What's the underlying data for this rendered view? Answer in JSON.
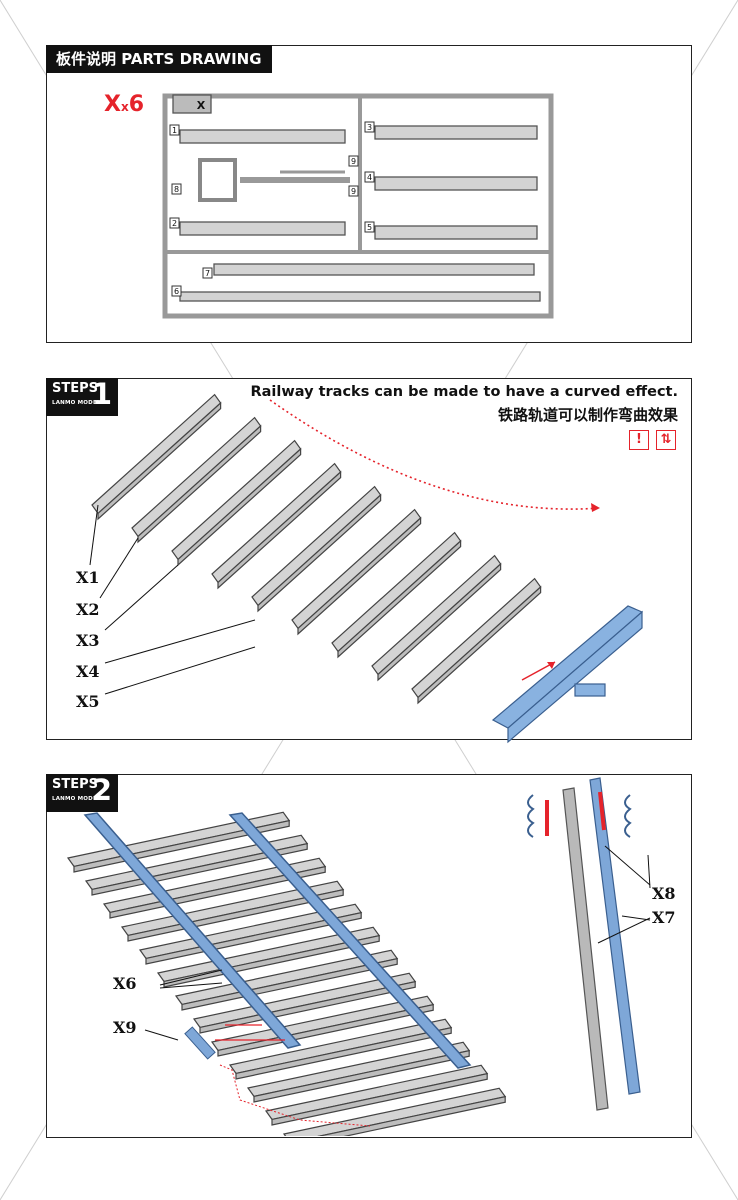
{
  "header": {
    "title": "板件说明 PARTS DRAWING"
  },
  "sprue": {
    "quantity_mark": "X",
    "quantity_x": "x",
    "quantity_value": "6",
    "tag_x": "X",
    "part_numbers": [
      "1",
      "2",
      "3",
      "4",
      "5",
      "6",
      "7",
      "8",
      "9",
      "9"
    ]
  },
  "step1": {
    "steps_label": "STEPS",
    "brand": "LANMO MODEL",
    "number": "1",
    "note_en": "Railway tracks can be made to have a curved effect.",
    "note_cn": "铁路轨道可以制作弯曲效果",
    "warn_icons": [
      "exclamation-icon",
      "double-arrow-icon"
    ],
    "warn_exclaim": "!",
    "warn_arrows": "⇅",
    "labels": [
      "X1",
      "X2",
      "X3",
      "X4",
      "X5"
    ]
  },
  "step2": {
    "steps_label": "STEPS",
    "brand": "LANMO MODEL",
    "number": "2",
    "labels": {
      "x6": "X6",
      "x9": "X9",
      "x8": "X8",
      "x7": "X7"
    }
  },
  "colors": {
    "accent_red": "#e5232b",
    "part_grey": "#c9c9c9",
    "highlight_blue": "#6f9bd3"
  }
}
